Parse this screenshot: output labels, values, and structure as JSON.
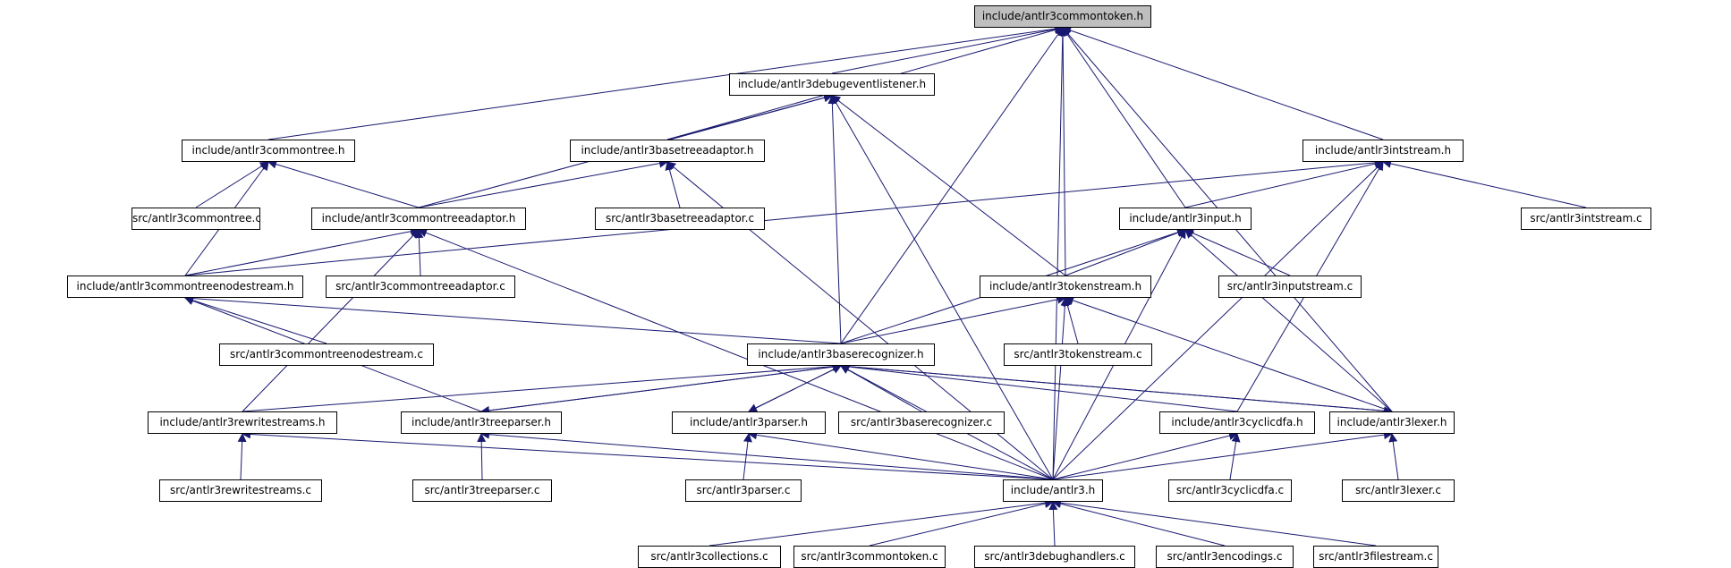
{
  "colors": {
    "edge": "#191970",
    "root_fill": "#bfbfbf",
    "node_fill": "#ffffff",
    "node_border": "#000000"
  },
  "nodes": [
    "include/antlr3commontoken.h",
    "include/antlr3debugeventlistener.h",
    "include/antlr3commontree.h",
    "include/antlr3basetreeadaptor.h",
    "include/antlr3intstream.h",
    "src/antlr3commontree.c",
    "include/antlr3commontreeadaptor.h",
    "src/antlr3basetreeadaptor.c",
    "include/antlr3input.h",
    "src/antlr3intstream.c",
    "include/antlr3commontreenodestream.h",
    "src/antlr3commontreeadaptor.c",
    "include/antlr3tokenstream.h",
    "src/antlr3inputstream.c",
    "src/antlr3commontreenodestream.c",
    "include/antlr3baserecognizer.h",
    "src/antlr3tokenstream.c",
    "include/antlr3rewritestreams.h",
    "include/antlr3treeparser.h",
    "include/antlr3parser.h",
    "src/antlr3baserecognizer.c",
    "include/antlr3cyclicdfa.h",
    "include/antlr3lexer.h",
    "src/antlr3rewritestreams.c",
    "src/antlr3treeparser.c",
    "src/antlr3parser.c",
    "include/antlr3.h",
    "src/antlr3cyclicdfa.c",
    "src/antlr3lexer.c",
    "src/antlr3collections.c",
    "src/antlr3commontoken.c",
    "src/antlr3debughandlers.c",
    "src/antlr3encodings.c",
    "src/antlr3filestream.c"
  ]
}
